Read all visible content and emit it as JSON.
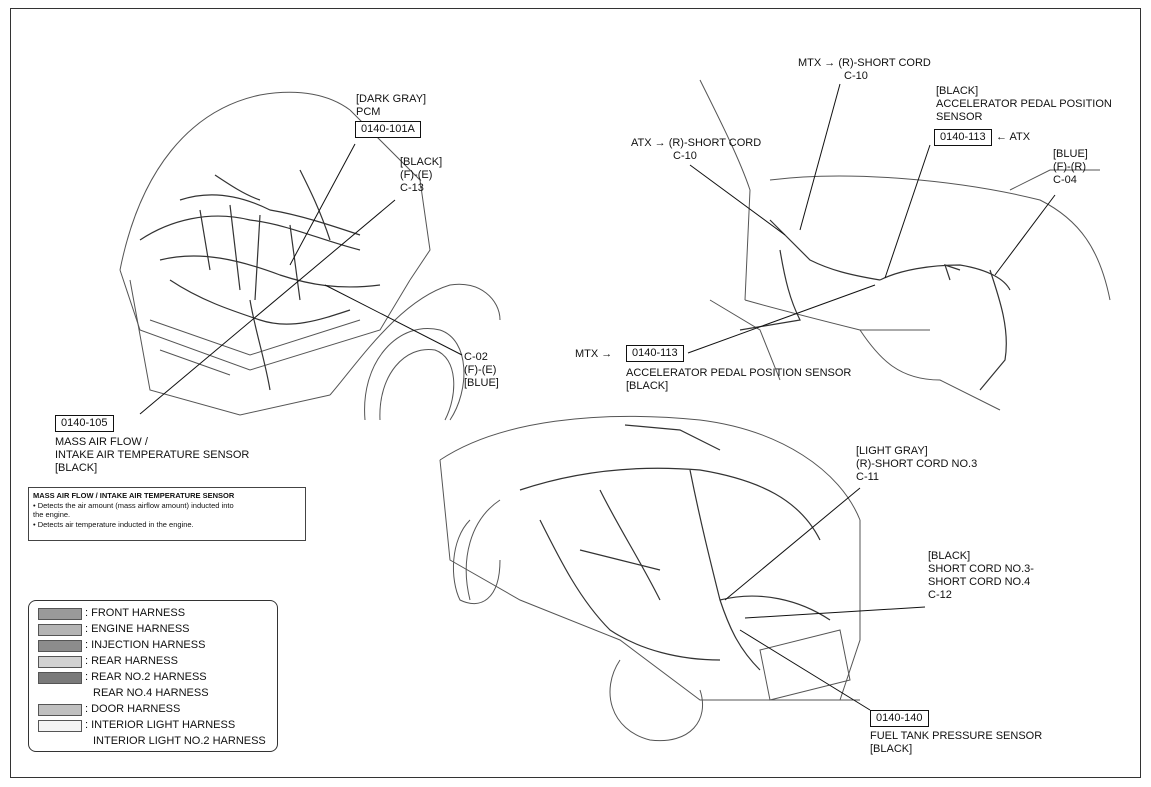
{
  "callouts": {
    "pcm": {
      "lines": [
        "[DARK GRAY]",
        "PCM"
      ],
      "code": "0140-101A"
    },
    "c13": {
      "lines": [
        "[BLACK]",
        "(F)-(E)",
        "C-13"
      ]
    },
    "c02": {
      "lines": [
        "C-02",
        "(F)-(E)",
        "[BLUE]"
      ]
    },
    "maf": {
      "code": "0140-105",
      "lines": [
        "MASS AIR FLOW /",
        "INTAKE AIR TEMPERATURE SENSOR",
        "[BLACK]"
      ]
    },
    "mtx_c10": {
      "prefix": "MTX",
      "lines": [
        "(R)-SHORT CORD",
        "C-10"
      ]
    },
    "atx_c10": {
      "prefix": "ATX",
      "lines": [
        "(R)-SHORT CORD",
        "C-10"
      ]
    },
    "app_atx": {
      "lines": [
        "[BLACK]",
        "ACCELERATOR PEDAL POSITION",
        "SENSOR"
      ],
      "code": "0140-113",
      "suffix": "ATX"
    },
    "c04": {
      "lines": [
        "[BLUE]",
        "(F)-(R)",
        "C-04"
      ]
    },
    "app_mtx": {
      "prefix": "MTX",
      "code": "0140-113",
      "lines": [
        "ACCELERATOR PEDAL POSITION SENSOR",
        "[BLACK]"
      ]
    },
    "c11": {
      "lines": [
        "[LIGHT GRAY]",
        "(R)-SHORT CORD NO.3",
        "C-11"
      ]
    },
    "c12": {
      "lines": [
        "[BLACK]",
        "SHORT CORD NO.3-",
        "SHORT CORD NO.4",
        "C-12"
      ]
    },
    "ftp": {
      "code": "0140-140",
      "lines": [
        "FUEL TANK PRESSURE SENSOR",
        "[BLACK]"
      ]
    }
  },
  "info_box": {
    "title": "MASS AIR FLOW / INTAKE AIR TEMPERATURE SENSOR",
    "bullets": [
      "• Detects the air amount (mass airflow amount) inducted into",
      "the engine.",
      "• Detects air temperature inducted in the engine."
    ]
  },
  "legend": [
    {
      "label": ": FRONT HARNESS",
      "color": "#9a9a9a"
    },
    {
      "label": ": ENGINE HARNESS",
      "color": "#b4b4b4"
    },
    {
      "label": ": INJECTION HARNESS",
      "color": "#8c8c8c"
    },
    {
      "label": ": REAR HARNESS",
      "color": "#d2d2d2"
    },
    {
      "label": ": REAR NO.2 HARNESS",
      "color": "#7a7a7a"
    },
    {
      "label": "REAR NO.4 HARNESS",
      "color": ""
    },
    {
      "label": ": DOOR HARNESS",
      "color": "#c0c0c0"
    },
    {
      "label": ": INTERIOR LIGHT HARNESS",
      "color": "#f4f4f4"
    },
    {
      "label": "INTERIOR LIGHT NO.2 HARNESS",
      "color": ""
    }
  ]
}
